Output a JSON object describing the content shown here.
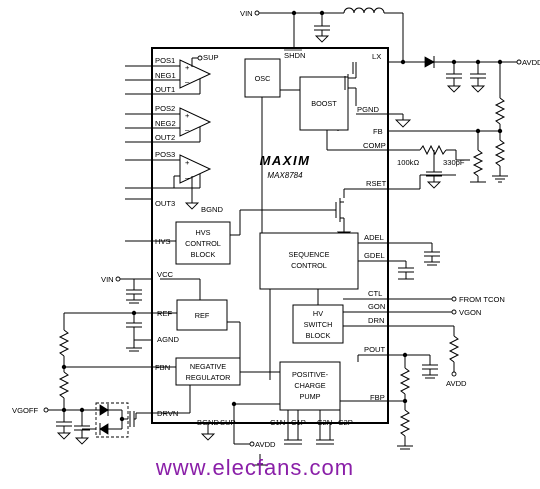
{
  "chip": {
    "brand": "MAXIM",
    "part": "MAX8784"
  },
  "blocks": {
    "osc": "OSC",
    "boost": "BOOST",
    "hvs": [
      "HVS",
      "CONTROL",
      "BLOCK"
    ],
    "sequence": [
      "SEQUENCE",
      "CONTROL"
    ],
    "ref": "REF",
    "hvswitch": [
      "HV",
      "SWITCH",
      "BLOCK"
    ],
    "negreg": [
      "NEGATIVE",
      "REGULATOR"
    ],
    "pcp": [
      "POSITIVE-",
      "CHARGE",
      "PUMP"
    ]
  },
  "pins": {
    "pos1": "POS1",
    "neg1": "NEG1",
    "out1": "OUT1",
    "pos2": "POS2",
    "neg2": "NEG2",
    "out2": "OUT2",
    "pos3": "POS3",
    "out3": "OUT3",
    "sup_top": "SUP",
    "shdn": "SHDN",
    "lx": "LX",
    "pgnd": "PGND",
    "fb": "FB",
    "comp": "COMP",
    "rset": "RSET",
    "hvs": "HVS",
    "vcc": "VCC",
    "ref": "REF",
    "agnd": "AGND",
    "fbn": "FBN",
    "drvn": "DRVN",
    "bgnd": "BGND",
    "sup_bottom": "SUP",
    "adel": "ADEL",
    "gdel": "GDEL",
    "ctl": "CTL",
    "gon": "GON",
    "drn": "DRN",
    "pout": "POUT",
    "fbp": "FBP",
    "c1n": "C1N",
    "c1p": "C1P",
    "c2n": "C2N",
    "c2p": "C2P",
    "bgnd_ext": "BGND"
  },
  "external": {
    "vin_top": "VIN",
    "vin_left": "VIN",
    "avdd_right": "AVDD",
    "avdd_pout": "AVDD",
    "avdd_bottom": "AVDD",
    "res_comp": "100kΩ",
    "cap_comp": "330pF",
    "from_tcon": "FROM TCON",
    "vgon": "VGON",
    "vgoff": "VGOFF"
  },
  "watermark": "www.elecfans.com"
}
